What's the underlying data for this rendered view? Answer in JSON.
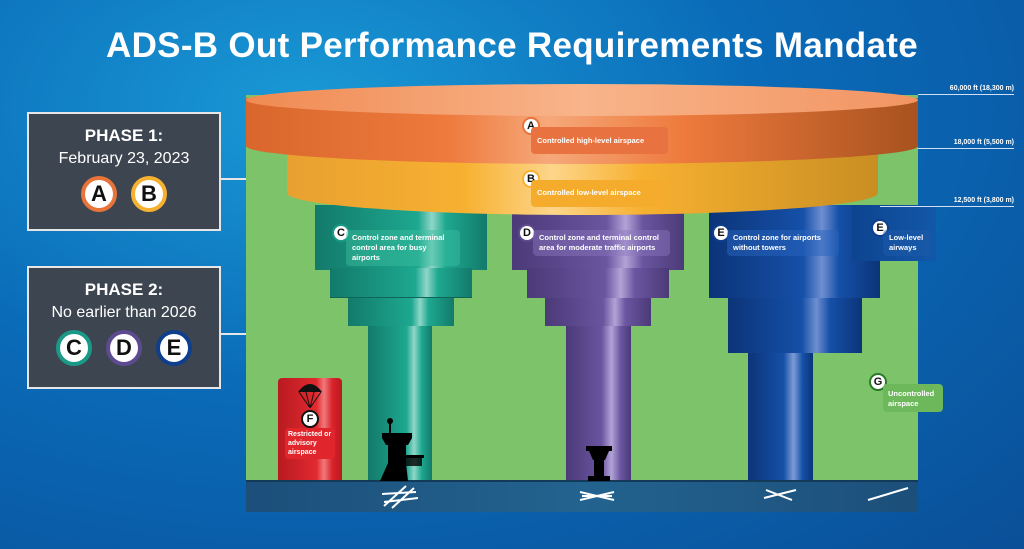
{
  "title": "ADS-B Out Performance Requirements Mandate",
  "phase1": {
    "heading": "PHASE 1:",
    "date": "February 23, 2023",
    "classes": [
      "A",
      "B"
    ]
  },
  "phase2": {
    "heading": "PHASE 2:",
    "date": "No earlier than 2026",
    "classes": [
      "C",
      "D",
      "E"
    ]
  },
  "altitudes": [
    "60,000 ft (18,300 m)",
    "18,000 ft (5,500 m)",
    "12,500 ft (3,800 m)"
  ],
  "airspaces": {
    "A": {
      "letter": "A",
      "label": "Controlled high-level airspace"
    },
    "B": {
      "letter": "B",
      "label": "Controlled low-level airspace"
    },
    "C": {
      "letter": "C",
      "label": "Control zone and terminal control area for busy airports"
    },
    "D": {
      "letter": "D",
      "label": "Control zone and terminal control area for moderate traffic airports"
    },
    "E": {
      "letter": "E",
      "label": "Control zone for airports without towers"
    },
    "E2": {
      "letter": "E",
      "label": "Low-level airways"
    },
    "F": {
      "letter": "F",
      "label": "Restricted or advisory airspace"
    },
    "G": {
      "letter": "G",
      "label": "Uncontrolled airspace"
    }
  },
  "colors": {
    "A": "#e8743a",
    "B": "#f7b131",
    "C": "#1a9a86",
    "D": "#5e4a8f",
    "E": "#0f3e8c",
    "F": "#d9232a",
    "G": "#7dc36a"
  }
}
